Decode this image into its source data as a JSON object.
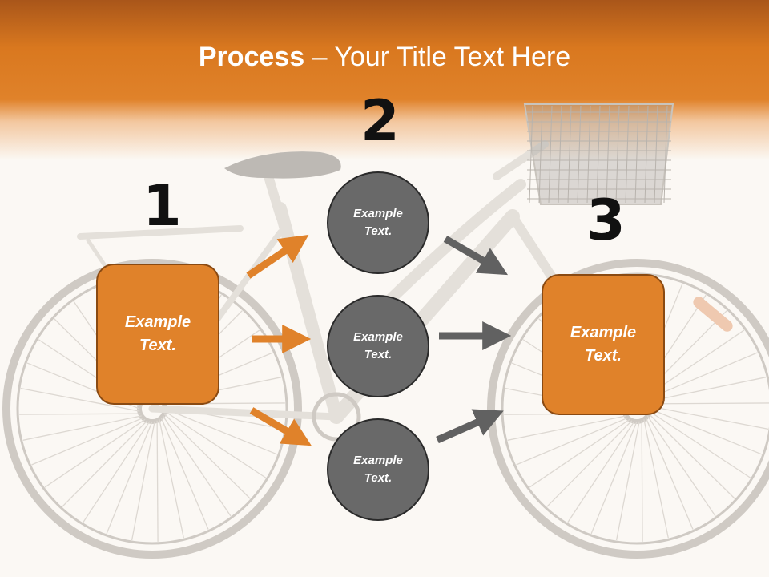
{
  "title": {
    "bold": "Process",
    "rest": " – Your Title Text Here"
  },
  "steps": [
    {
      "number": "1",
      "text": "Example\nText."
    },
    {
      "number": "2",
      "text": "Example\nText."
    },
    {
      "number": "3",
      "text": "Example\nText."
    }
  ],
  "circles": [
    {
      "text": "Example\nText."
    },
    {
      "text": "Example\nText."
    },
    {
      "text": "Example\nText."
    }
  ],
  "colors": {
    "accent": "#e0822a",
    "dark": "#696969",
    "header": "#d9781f",
    "background": "#fbf8f4"
  }
}
